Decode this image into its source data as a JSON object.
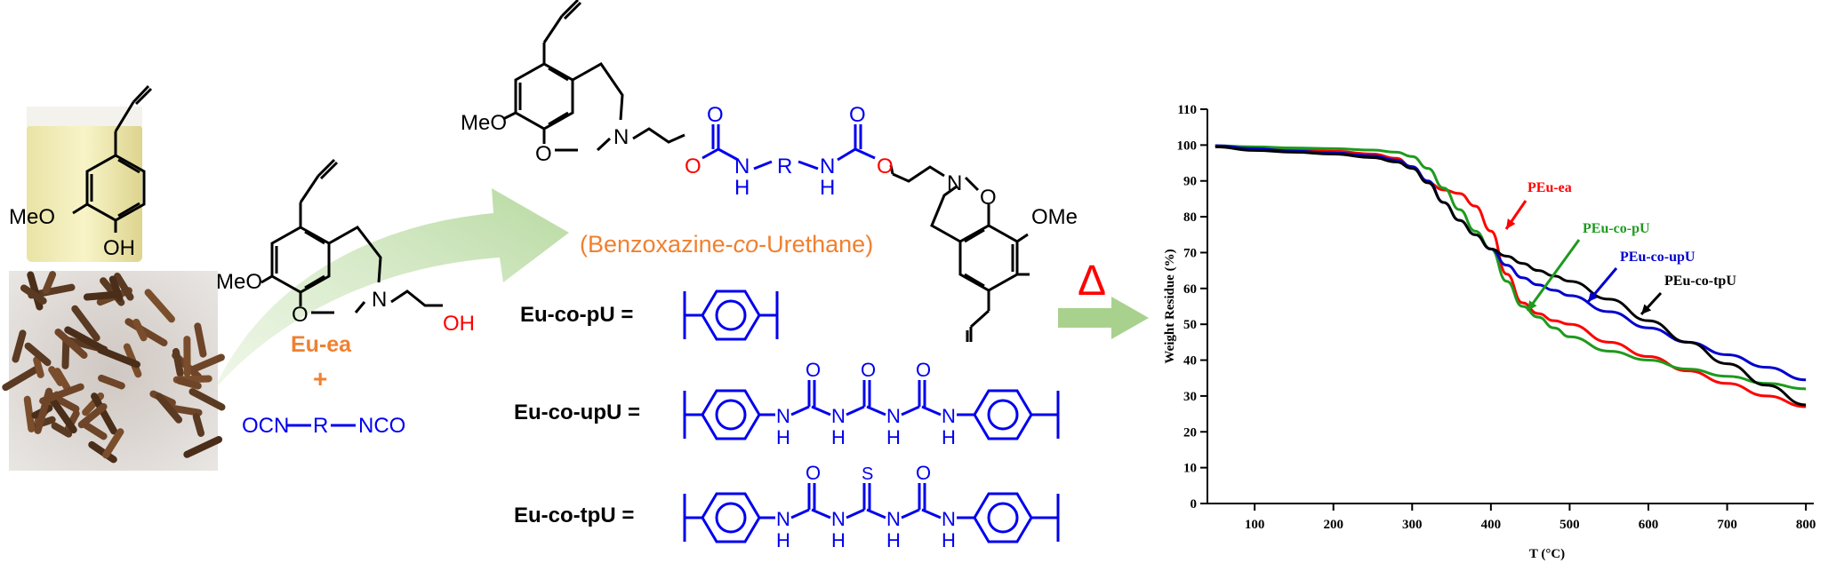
{
  "left": {
    "eugenol_labels": {
      "meo": "MeO",
      "oh": "OH"
    },
    "eu_ea_labels": {
      "meo": "MeO",
      "n": "N",
      "o": "O",
      "oh": "OH"
    },
    "compound_name": "Eu-ea",
    "plus": "+",
    "diisocyanate": {
      "ocn": "OCN",
      "r": "R",
      "nco": "NCO"
    }
  },
  "monomer": {
    "meo_left": "MeO",
    "o_left": "O",
    "n_left": "N",
    "urethane_o1": "O",
    "urethane_o2": "O",
    "nh1_n": "N",
    "nh1_h": "H",
    "r": "R",
    "nh2_n": "N",
    "nh2_h": "H",
    "o_right_ester": "O",
    "n_right": "N",
    "o_right": "O",
    "meo_right": "OMe",
    "caption_pre": "(Benzoxazine-",
    "caption_co": "co",
    "caption_post": "-Urethane)"
  },
  "structures": [
    {
      "label": "Eu-co-pU ="
    },
    {
      "label": "Eu-co-upU ="
    },
    {
      "label": "Eu-co-tpU ="
    }
  ],
  "linker_atoms": {
    "n": "N",
    "h": "H",
    "o": "O",
    "s": "S"
  },
  "delta": "Δ",
  "chart_data": {
    "type": "line",
    "title": "",
    "xlabel": "T (°C)",
    "ylabel": "Weight Residue (%)",
    "xlim": [
      40,
      810
    ],
    "ylim": [
      0,
      110
    ],
    "xticks": [
      100,
      200,
      300,
      400,
      500,
      600,
      700,
      800
    ],
    "yticks": [
      0,
      10,
      20,
      30,
      40,
      50,
      60,
      70,
      80,
      90,
      100,
      110
    ],
    "grid": false,
    "series": [
      {
        "name": "PEu-ea",
        "color": "#ff0000",
        "x": [
          50,
          100,
          150,
          200,
          250,
          280,
          300,
          320,
          340,
          360,
          380,
          400,
          420,
          440,
          460,
          480,
          500,
          550,
          600,
          650,
          700,
          750,
          800
        ],
        "y": [
          99.8,
          99.3,
          98.8,
          98.3,
          97.5,
          96.3,
          93.8,
          89.5,
          87.5,
          86.5,
          83,
          76,
          64,
          56,
          53,
          51,
          50,
          45,
          41,
          37,
          33.5,
          30,
          27
        ]
      },
      {
        "name": "PEu-co-pU",
        "color": "#1e9a1e",
        "x": [
          50,
          100,
          150,
          200,
          250,
          280,
          300,
          320,
          340,
          360,
          380,
          400,
          420,
          440,
          460,
          480,
          500,
          550,
          600,
          650,
          700,
          750,
          800
        ],
        "y": [
          99.8,
          99.5,
          99.2,
          99,
          98.6,
          98,
          96.8,
          93.5,
          88,
          82,
          76,
          71,
          62,
          55,
          52,
          49,
          46.5,
          42.5,
          40,
          37.5,
          35.5,
          33.5,
          32
        ]
      },
      {
        "name": "PEu-co-upU",
        "color": "#0000cc",
        "x": [
          50,
          100,
          150,
          200,
          250,
          280,
          300,
          320,
          340,
          360,
          380,
          400,
          420,
          440,
          460,
          480,
          500,
          550,
          600,
          650,
          700,
          750,
          800
        ],
        "y": [
          99.8,
          99,
          98.3,
          97.8,
          97,
          95.8,
          94,
          90,
          84,
          79,
          75,
          71,
          66.5,
          63,
          61,
          59.5,
          58,
          53.5,
          49,
          45,
          41.5,
          38,
          34.5
        ]
      },
      {
        "name": "PEu-co-tpU",
        "color": "#000000",
        "x": [
          50,
          100,
          150,
          200,
          250,
          280,
          300,
          320,
          340,
          360,
          380,
          400,
          420,
          440,
          460,
          480,
          500,
          550,
          600,
          650,
          700,
          750,
          800
        ],
        "y": [
          99.5,
          98.5,
          98,
          97.5,
          96.5,
          95.3,
          93.5,
          89.5,
          84,
          79,
          75,
          71,
          69,
          67,
          65,
          63.5,
          62,
          57,
          51,
          45,
          39,
          33,
          27.5
        ]
      }
    ],
    "legend_labels": [
      "PEu-ea",
      "PEu-co-pU",
      "PEu-co-upU",
      "PEu-co-tpU"
    ]
  }
}
